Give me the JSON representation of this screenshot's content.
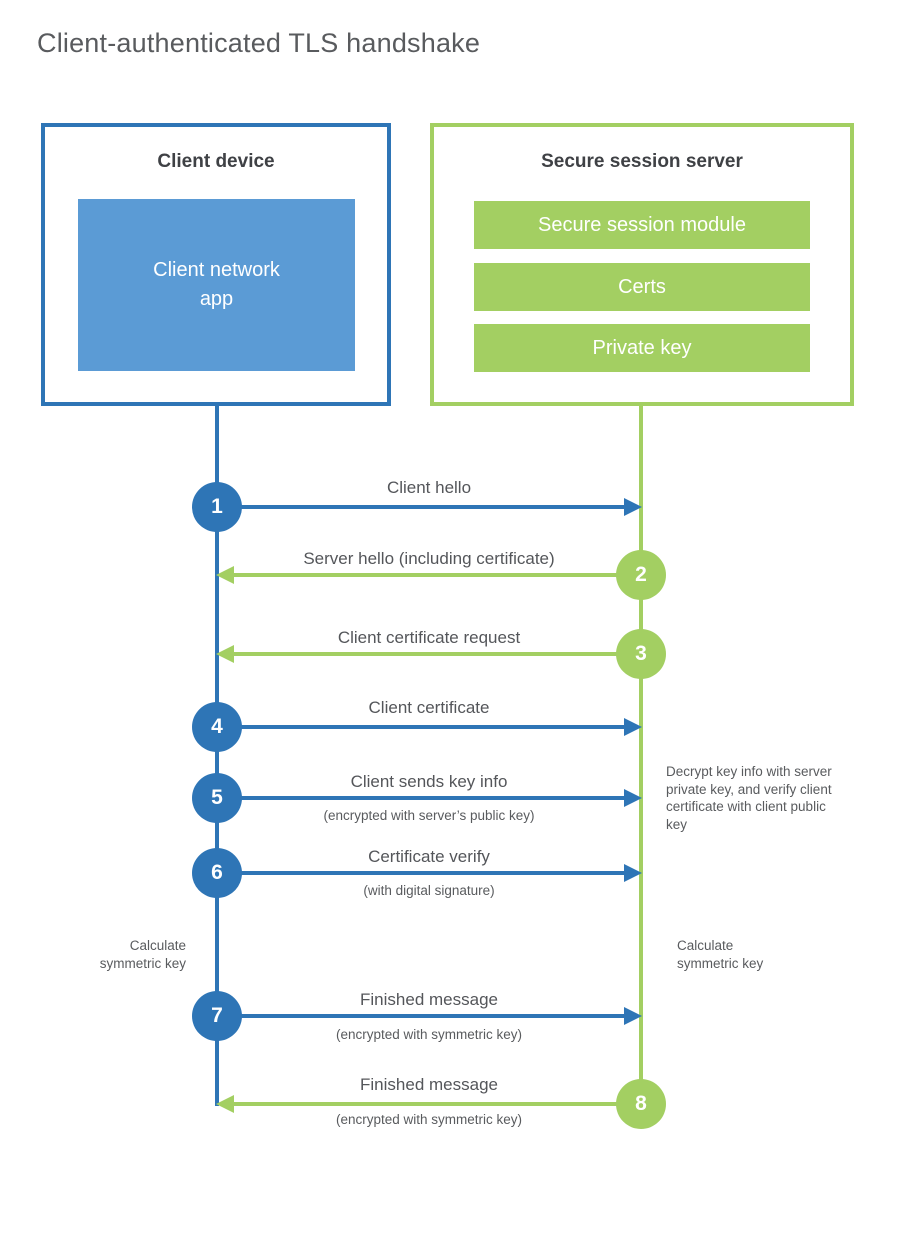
{
  "title": "Client-authenticated TLS handshake",
  "colors": {
    "blue_dark": "#2e75b6",
    "blue_light": "#5b9bd5",
    "green": "#a3cf62",
    "heading_text": "#3f4145",
    "label_text": "#54565a",
    "title_text": "#595b5e"
  },
  "client_box": {
    "title": "Client device",
    "module": "Client network\napp"
  },
  "server_box": {
    "title": "Secure session server",
    "modules": [
      {
        "label": "Secure session module"
      },
      {
        "label": "Certs"
      },
      {
        "label": "Private key"
      }
    ]
  },
  "steps": [
    {
      "num": "1",
      "label": "Client hello",
      "sub": "",
      "direction": "right",
      "color": "blue"
    },
    {
      "num": "2",
      "label": "Server hello (including certificate)",
      "sub": "",
      "direction": "left",
      "color": "green"
    },
    {
      "num": "3",
      "label": "Client certificate request",
      "sub": "",
      "direction": "left",
      "color": "green"
    },
    {
      "num": "4",
      "label": "Client certificate",
      "sub": "",
      "direction": "right",
      "color": "blue"
    },
    {
      "num": "5",
      "label": "Client sends key info",
      "sub": "(encrypted with server’s public key)",
      "direction": "right",
      "color": "blue"
    },
    {
      "num": "6",
      "label": "Certificate verify",
      "sub": "(with digital signature)",
      "direction": "right",
      "color": "blue"
    },
    {
      "num": "7",
      "label": "Finished message",
      "sub": "(encrypted with symmetric key)",
      "direction": "right",
      "color": "blue"
    },
    {
      "num": "8",
      "label": "Finished message",
      "sub": "(encrypted with symmetric key)",
      "direction": "left",
      "color": "green"
    }
  ],
  "notes": {
    "decrypt": "Decrypt key info with server private key, and verify client certificate with client public key",
    "calculate_left": "Calculate\nsymmetric key",
    "calculate_right": "Calculate\nsymmetric key"
  }
}
